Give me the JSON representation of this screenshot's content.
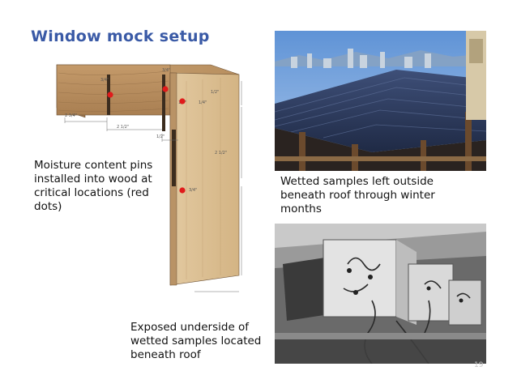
{
  "slide": {
    "title": "Window mock setup",
    "captions": {
      "moisture_pins": "Moisture content pins installed into wood at critical locations (red dots)",
      "wetted_samples": "Wetted samples left outside beneath roof through winter months",
      "exposed_underside": "Exposed underside of wetted samples located beneath roof"
    },
    "page_number": "19",
    "diagram": {
      "dimension_labels": [
        "3/4\"",
        "3/4\"",
        "1/4\"",
        "1/4\"",
        "1/2\"",
        "3/4\"",
        "2 1/2\"",
        "2 3/4\"",
        "2 1/2\"",
        "1/2\""
      ],
      "pin_color": "#e01b1b"
    },
    "accent_color": "#3a5aa6"
  }
}
